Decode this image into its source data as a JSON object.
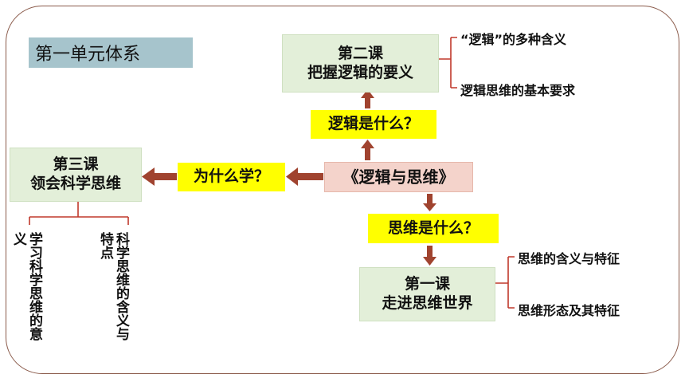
{
  "unit_title": "第一单元体系",
  "center": "《逻辑与思维》",
  "lesson2": {
    "line1": "第二课",
    "line2": "把握逻辑的要义"
  },
  "lesson3": {
    "line1": "第三课",
    "line2": "领会科学思维"
  },
  "lesson1": {
    "line1": "第一课",
    "line2": "走进思维世界"
  },
  "q_logic": "逻辑是什么？",
  "q_why": "为什么学？",
  "q_thinking": "思维是什么？",
  "lesson2_points": [
    "“逻辑”的多种含义",
    "逻辑思维的基本要求"
  ],
  "lesson1_points": [
    "思维的含义与特征",
    "思维形态及其特征"
  ],
  "lesson3_points": [
    "学习科学思维的意义",
    "科学思维的含义与特点"
  ],
  "colors": {
    "arrow": "#a0432f",
    "bracket": "#c0392b",
    "green_box": "#e3efd9",
    "yellow": "#ffff00",
    "pink_box": "#f4d3cb",
    "title_box": "#a6c4cc"
  }
}
